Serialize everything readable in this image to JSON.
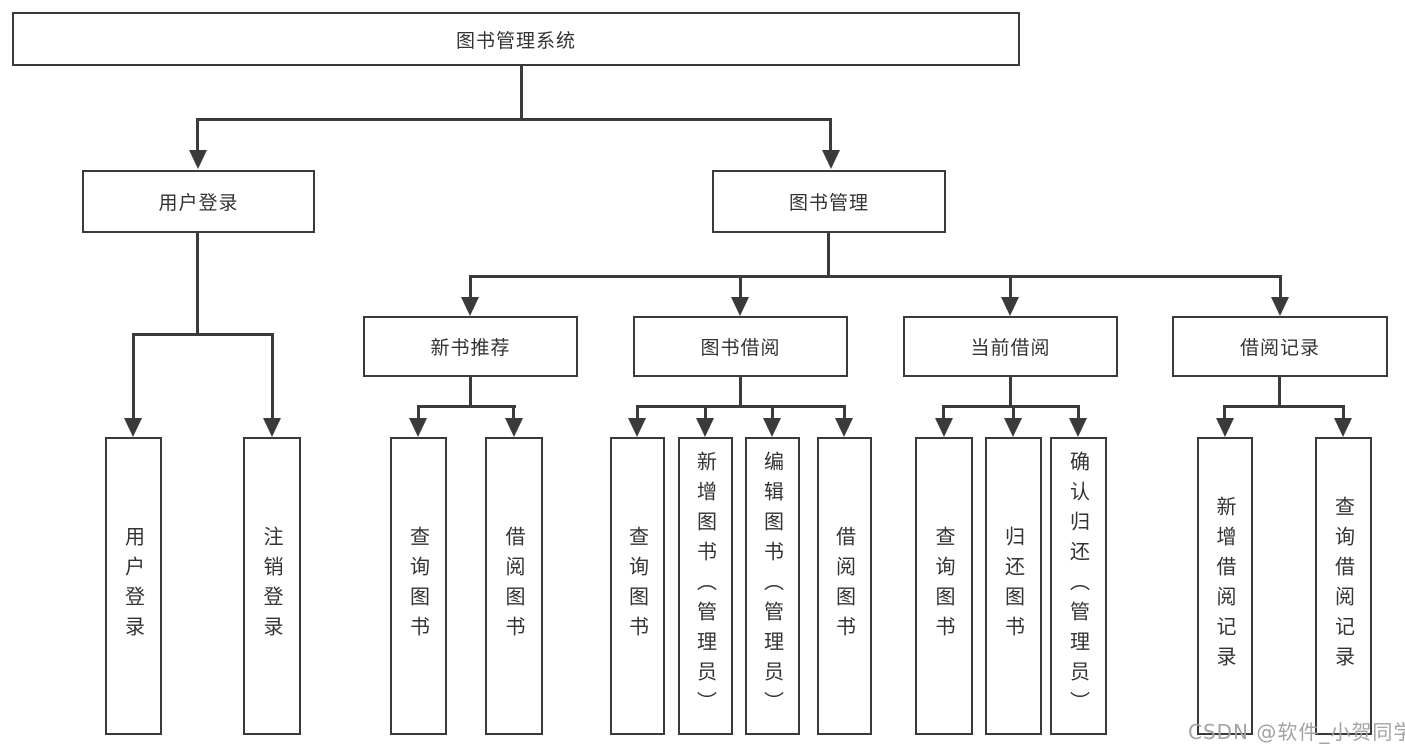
{
  "colors": {
    "line": "#3a3a3a",
    "text": "#333333",
    "background": "#ffffff",
    "watermark": "#a3a3a3"
  },
  "watermark": {
    "text": "CSDN @软件_小贺同学"
  },
  "tree": {
    "root": {
      "label": "图书管理系统"
    },
    "branches": [
      {
        "label": "用户登录",
        "children": [
          "用户登录",
          "注销登录"
        ]
      },
      {
        "label": "图书管理",
        "children": [
          {
            "label": "新书推荐",
            "children": [
              "查询图书",
              "借阅图书"
            ]
          },
          {
            "label": "图书借阅",
            "children": [
              "查询图书",
              "新增图书（管理员）",
              "编辑图书（管理员）",
              "借阅图书"
            ]
          },
          {
            "label": "当前借阅",
            "children": [
              "查询图书",
              "归还图书",
              "确认归还（管理员）"
            ]
          },
          {
            "label": "借阅记录",
            "children": [
              "新增借阅记录",
              "查询借阅记录"
            ]
          }
        ]
      }
    ]
  }
}
